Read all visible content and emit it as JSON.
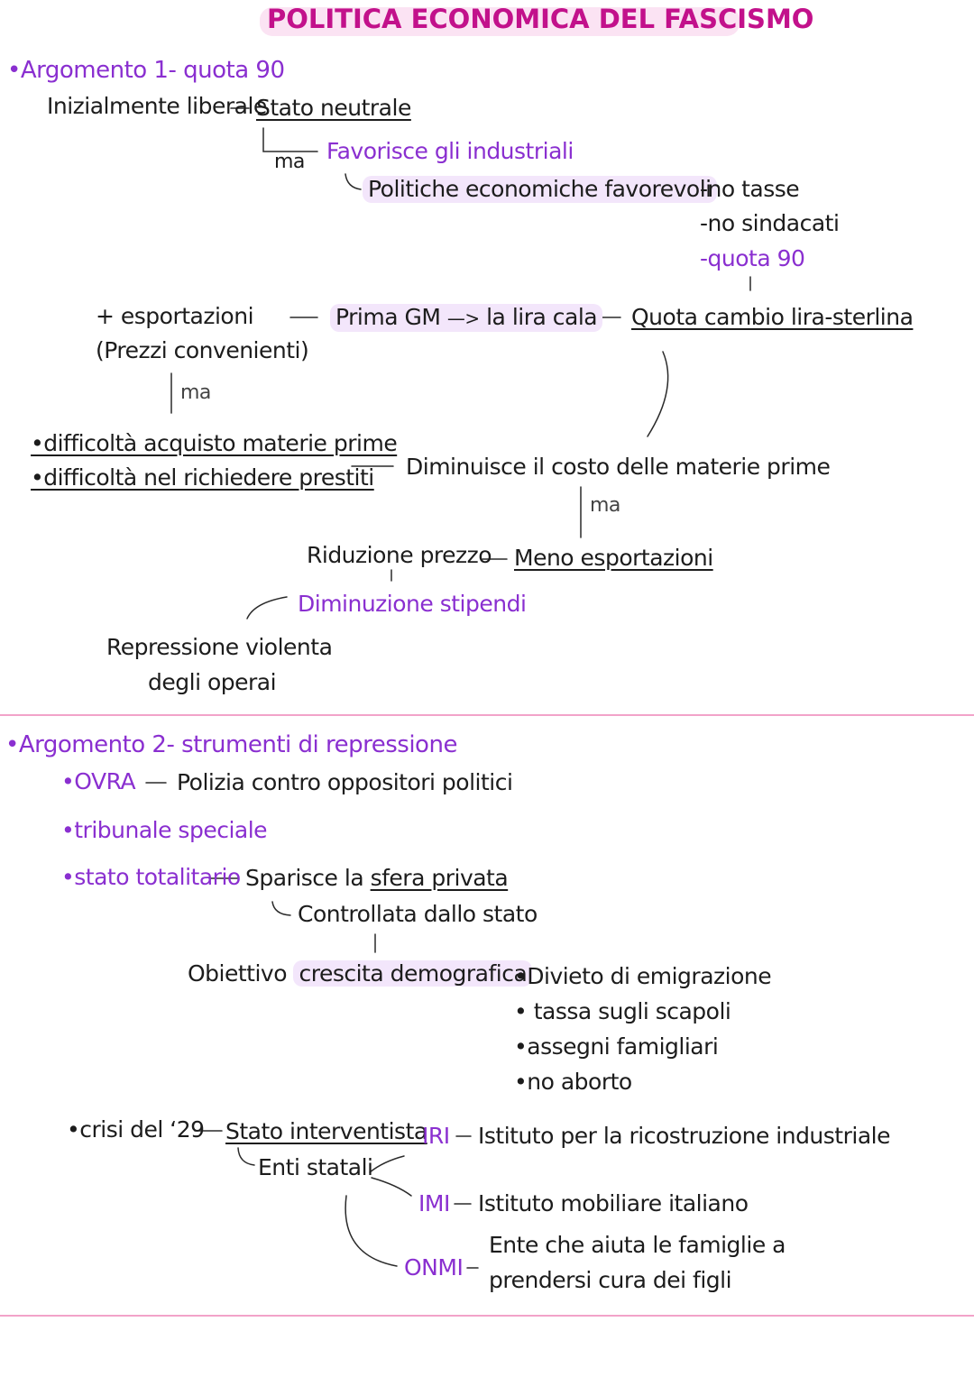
{
  "title": "POLITICA ECONOMICA DEL FASCISMO",
  "section1": {
    "heading": "•Argomento 1- quota 90",
    "initially_liberal": "Inizialmente liberale",
    "neutral_state": "Stato neutrale",
    "ma_1": "ma",
    "favors_industrialists": "Favorisce gli industriali",
    "favorable_policies": "Politiche economiche favorevoli",
    "no_taxes": "-no tasse",
    "no_unions": "-no sindacati",
    "quota90": "-quota 90",
    "exports_plus": "+ esportazioni",
    "convenient_prices": "(Prezzi convenienti)",
    "ma_2": "ma",
    "first_ww": "Prima GM",
    "arrow": "—>",
    "lira_falls": "la lira cala",
    "exchange_rate": "Quota cambio lira-sterlina",
    "raw_materials_difficulty": "•difficoltà acquisto materie prime",
    "loans_difficulty": "•difficoltà nel richiedere prestiti",
    "raw_cost_decrease": "Diminuisce il costo delle materie prime",
    "ma_3": "ma",
    "price_reduction": "Riduzione prezzo",
    "fewer_exports": "Meno esportazioni",
    "wage_decrease": "Diminuzione stipendi",
    "repression_1": "Repressione violenta",
    "repression_2": "degli operai"
  },
  "section2": {
    "heading": "•Argomento 2- strumenti di repressione",
    "ovra": "•OVRA",
    "ovra_desc": "Polizia contro oppositori politici",
    "special_tribunal": "•tribunale speciale",
    "totalitarian_state": "•stato totalitario",
    "private_sphere_pre": "Sparisce la ",
    "private_sphere": "sfera privata",
    "state_controlled": "Controllata dallo stato",
    "objective_pre": "Obiettivo ",
    "objective_hl": "crescita demografica",
    "emigration_ban": "•Divieto di emigrazione",
    "bachelor_tax": "• tassa sugli scapoli",
    "family_allowance": "•assegni famigliari",
    "no_abortion": "•no aborto",
    "crisis29": "•crisi del ‘29",
    "interventionist_state": "Stato interventista",
    "state_entities": "Enti statali",
    "iri": "IRI",
    "iri_desc": "Istituto per la ricostruzione industriale",
    "imi": "IMI",
    "imi_desc": "Istituto mobiliare italiano",
    "onmi": "ONMI",
    "onmi_desc_1": "Ente che aiuta le famiglie a",
    "onmi_desc_2": "prendersi cura dei figli"
  }
}
